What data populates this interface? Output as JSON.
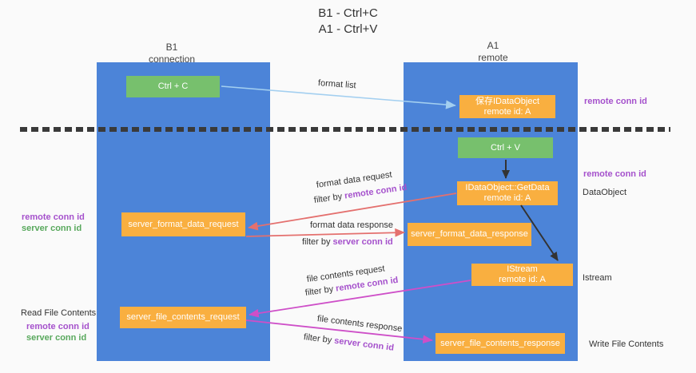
{
  "title": {
    "line1": "B1 - Ctrl+C",
    "line2": "A1 - Ctrl+V"
  },
  "columns": {
    "left": {
      "name": "B1",
      "role": "connection"
    },
    "right": {
      "name": "A1",
      "role": "remote"
    }
  },
  "boxes": {
    "ctrl_c": {
      "label": "Ctrl + C"
    },
    "save_dataobject": {
      "line1": "保存IDataObject",
      "line2": "remote id: A"
    },
    "ctrl_v": {
      "label": "Ctrl + V"
    },
    "getdata": {
      "line1": "IDataObject::GetData",
      "line2": "remote id: A"
    },
    "format_request": {
      "label": "server_format_data_request"
    },
    "format_response": {
      "label": "server_format_data_response"
    },
    "istream": {
      "line1": "IStream",
      "line2": "remote id: A"
    },
    "file_request": {
      "label": "server_file_contents_request"
    },
    "file_response": {
      "label": "server_file_contents_response"
    }
  },
  "arrow_labels": {
    "format_list": "format list",
    "format_data_request": "format data request",
    "format_data_response": "format data response",
    "file_contents_request": "file contents request",
    "file_contents_response": "file contents response",
    "filter_by": "filter by",
    "remote_conn_id": "remote conn id",
    "server_conn_id": "server conn id"
  },
  "side_labels": {
    "remote_conn_id": "remote conn id",
    "server_conn_id": "server conn id",
    "dataobject": "DataObject",
    "istream": "Istream",
    "read_file_contents": "Read File Contents",
    "write_file_contents": "Write File Contents"
  },
  "colors": {
    "lifeline_blue": "#4c84d8",
    "box_green": "#77c06d",
    "box_orange": "#f9af40",
    "arrow_light_blue": "#a3cff0",
    "arrow_red": "#e4706e",
    "arrow_magenta": "#ce4fc8",
    "arrow_black": "#333333",
    "text_purple": "#a551cc",
    "text_green": "#58a85c",
    "dash_line": "#3a3a3a"
  }
}
